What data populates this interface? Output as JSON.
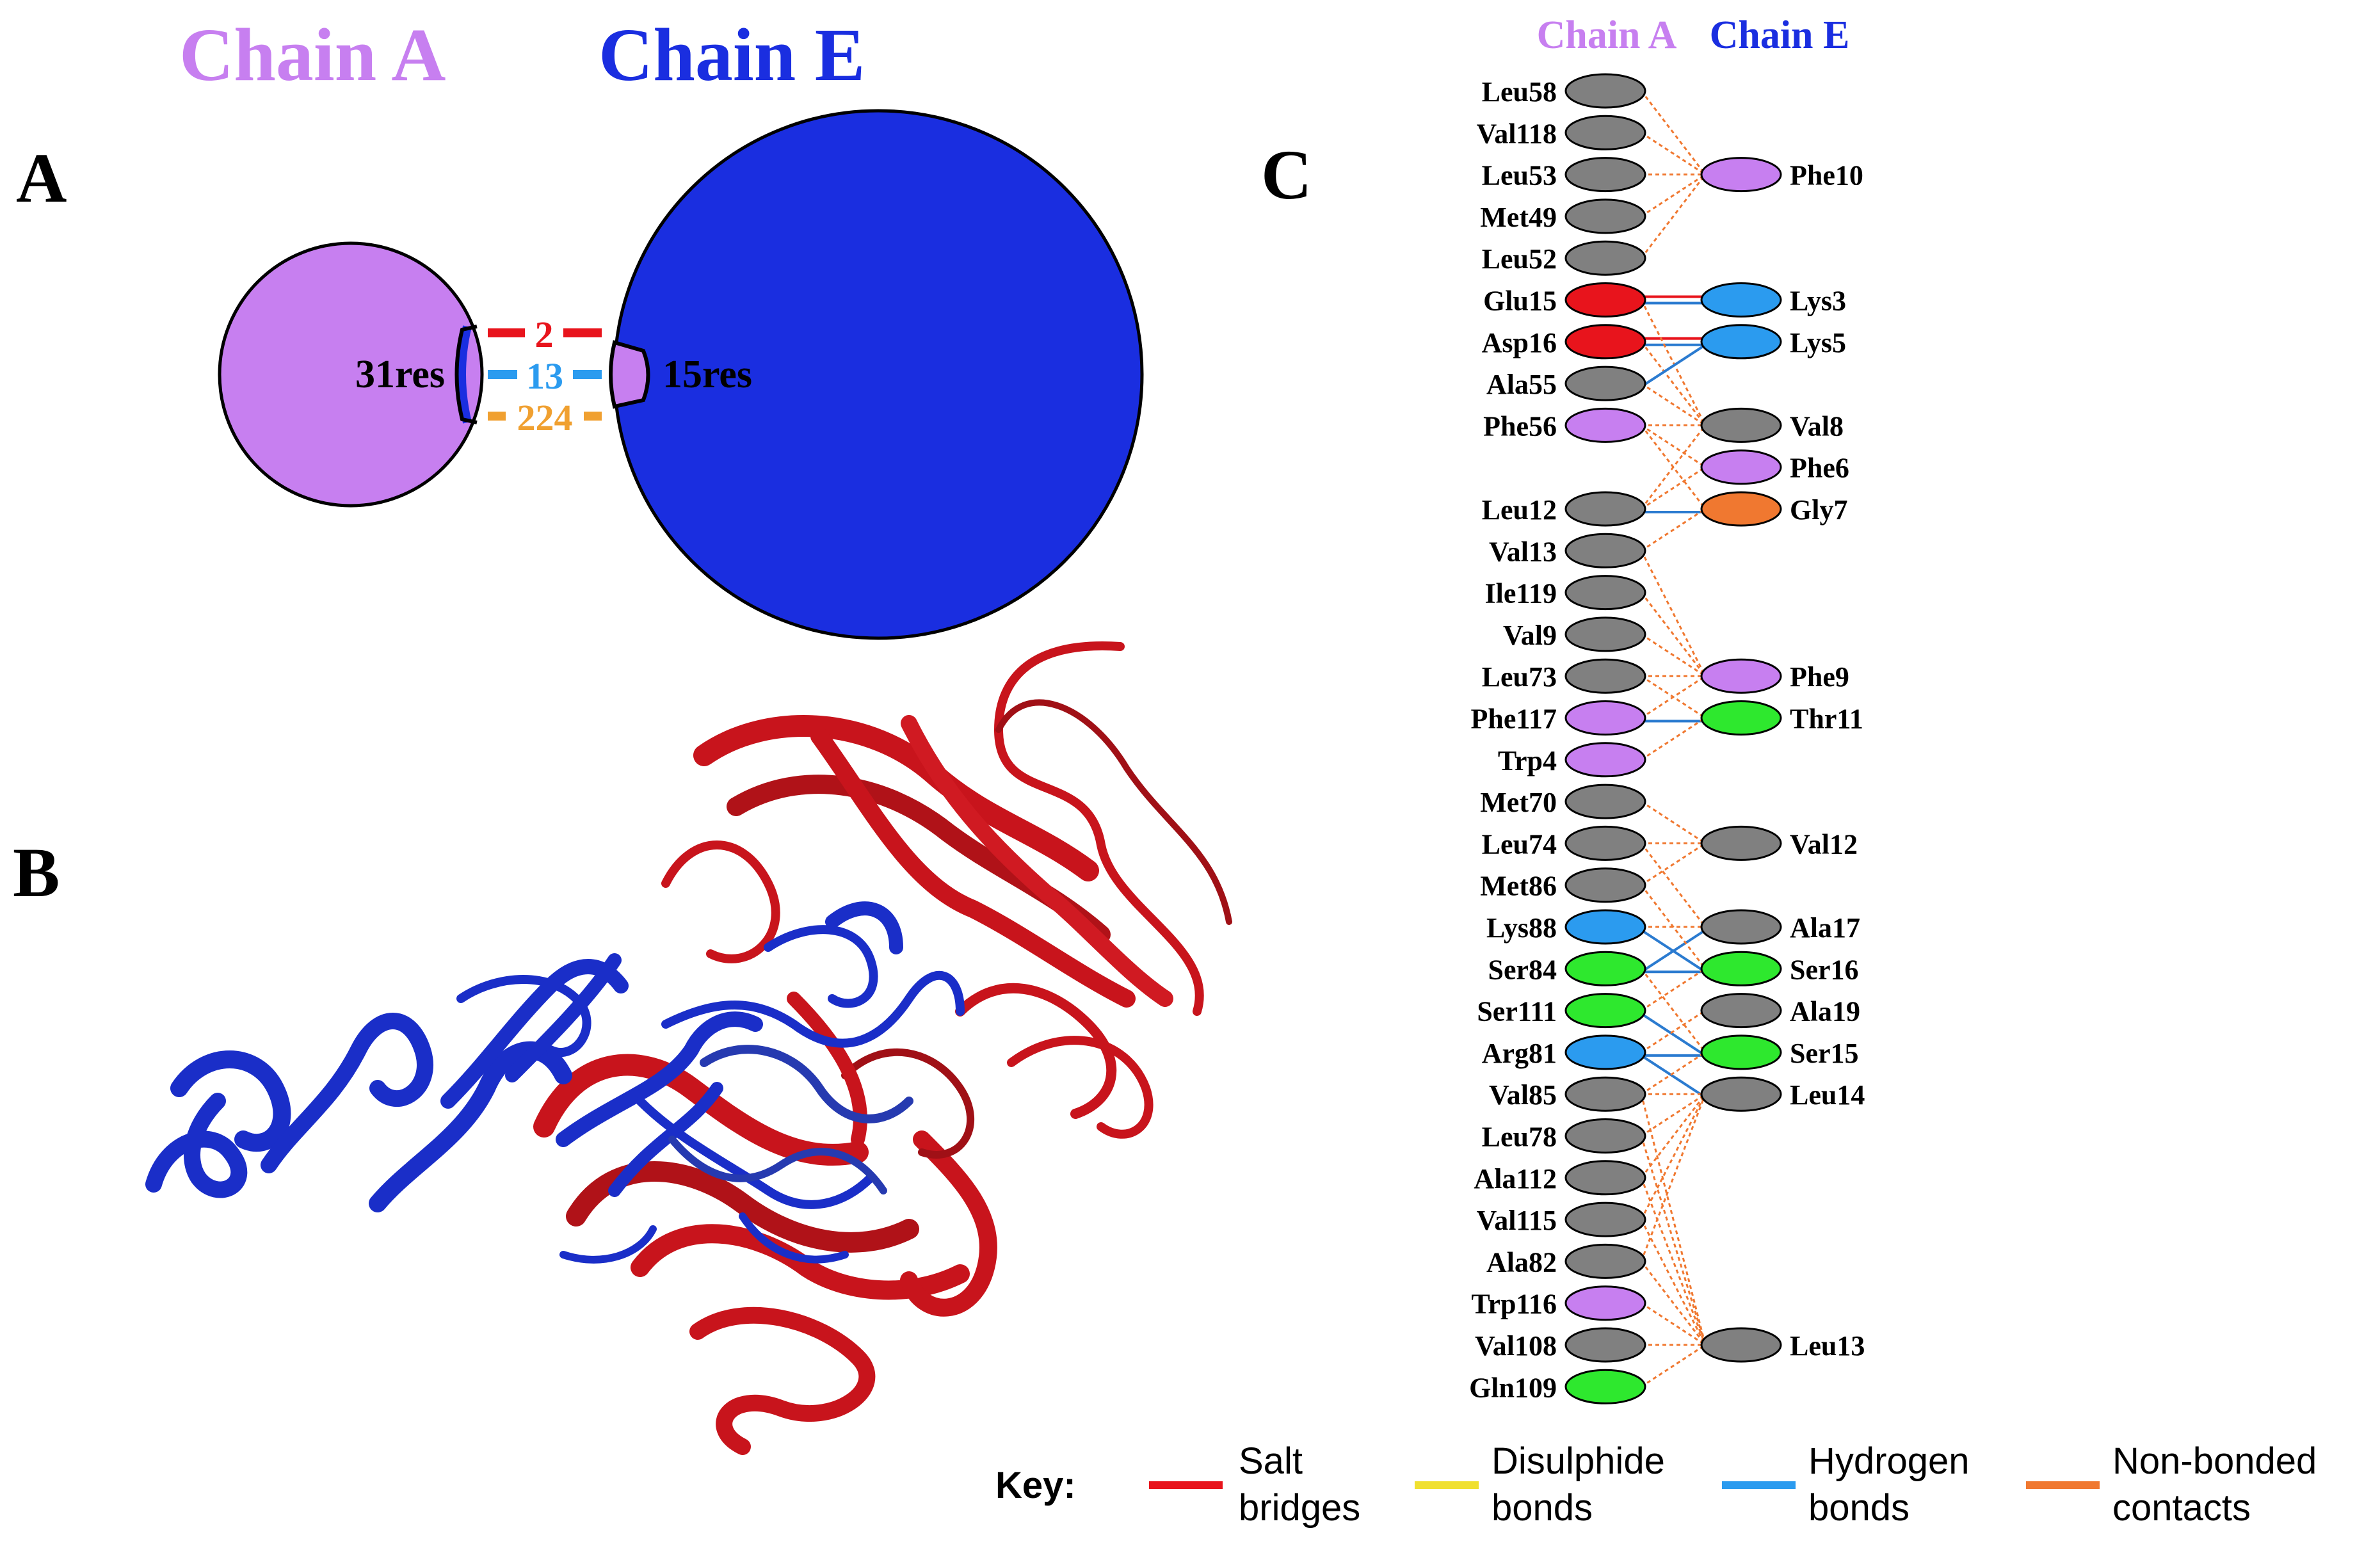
{
  "panel_a": {
    "letter": "A",
    "chain_a_title": "Chain A",
    "chain_e_title": "Chain E",
    "chain_a_res": "31res",
    "chain_e_res": "15res",
    "salt_bridges": "2",
    "hydrogen_bonds": "13",
    "non_bonded": "224"
  },
  "panel_b": {
    "letter": "B"
  },
  "panel_c": {
    "letter": "C",
    "chain_a_title": "Chain A",
    "chain_e_title": "Chain E",
    "chain_a_residues": [
      {
        "name": "Leu58",
        "color": "#808080"
      },
      {
        "name": "Val118",
        "color": "#808080"
      },
      {
        "name": "Leu53",
        "color": "#808080"
      },
      {
        "name": "Met49",
        "color": "#808080"
      },
      {
        "name": "Leu52",
        "color": "#808080"
      },
      {
        "name": "Glu15",
        "color": "#e8141c"
      },
      {
        "name": "Asp16",
        "color": "#e8141c"
      },
      {
        "name": "Ala55",
        "color": "#808080"
      },
      {
        "name": "Phe56",
        "color": "#c77ff0"
      },
      {
        "name": "",
        "color": ""
      },
      {
        "name": "Leu12",
        "color": "#808080"
      },
      {
        "name": "Val13",
        "color": "#808080"
      },
      {
        "name": "Ile119",
        "color": "#808080"
      },
      {
        "name": "Val9",
        "color": "#808080"
      },
      {
        "name": "Leu73",
        "color": "#808080"
      },
      {
        "name": "Phe117",
        "color": "#c77ff0"
      },
      {
        "name": "Trp4",
        "color": "#c77ff0"
      },
      {
        "name": "Met70",
        "color": "#808080"
      },
      {
        "name": "Leu74",
        "color": "#808080"
      },
      {
        "name": "Met86",
        "color": "#808080"
      },
      {
        "name": "Lys88",
        "color": "#2b9bef"
      },
      {
        "name": "Ser84",
        "color": "#2ee82e"
      },
      {
        "name": "Ser111",
        "color": "#2ee82e"
      },
      {
        "name": "Arg81",
        "color": "#2b9bef"
      },
      {
        "name": "Val85",
        "color": "#808080"
      },
      {
        "name": "Leu78",
        "color": "#808080"
      },
      {
        "name": "Ala112",
        "color": "#808080"
      },
      {
        "name": "Val115",
        "color": "#808080"
      },
      {
        "name": "Ala82",
        "color": "#808080"
      },
      {
        "name": "Trp116",
        "color": "#c77ff0"
      },
      {
        "name": "Val108",
        "color": "#808080"
      },
      {
        "name": "Gln109",
        "color": "#2ee82e"
      }
    ],
    "chain_e_residues": [
      {
        "name": "Phe10",
        "row": 2,
        "color": "#c77ff0"
      },
      {
        "name": "Lys3",
        "row": 5,
        "color": "#2b9bef"
      },
      {
        "name": "Lys5",
        "row": 6,
        "color": "#2b9bef"
      },
      {
        "name": "Val8",
        "row": 8,
        "color": "#808080"
      },
      {
        "name": "Phe6",
        "row": 9,
        "color": "#c77ff0"
      },
      {
        "name": "Gly7",
        "row": 10,
        "color": "#f07830"
      },
      {
        "name": "Phe9",
        "row": 14,
        "color": "#c77ff0"
      },
      {
        "name": "Thr11",
        "row": 15,
        "color": "#2ee82e"
      },
      {
        "name": "Val12",
        "row": 18,
        "color": "#808080"
      },
      {
        "name": "Ala17",
        "row": 20,
        "color": "#808080"
      },
      {
        "name": "Ser16",
        "row": 21,
        "color": "#2ee82e"
      },
      {
        "name": "Ala19",
        "row": 22,
        "color": "#808080"
      },
      {
        "name": "Ser15",
        "row": 23,
        "color": "#2ee82e"
      },
      {
        "name": "Leu14",
        "row": 24,
        "color": "#808080"
      },
      {
        "name": "Leu13",
        "row": 30,
        "color": "#808080"
      }
    ],
    "contacts": [
      {
        "a": 0,
        "e": 2,
        "type": "nb"
      },
      {
        "a": 1,
        "e": 2,
        "type": "nb"
      },
      {
        "a": 2,
        "e": 2,
        "type": "nb"
      },
      {
        "a": 3,
        "e": 2,
        "type": "nb"
      },
      {
        "a": 4,
        "e": 2,
        "type": "nb"
      },
      {
        "a": 5,
        "e": 5,
        "type": "salt"
      },
      {
        "a": 5,
        "e": 5,
        "type": "hb"
      },
      {
        "a": 6,
        "e": 6,
        "type": "salt"
      },
      {
        "a": 6,
        "e": 6,
        "type": "hb"
      },
      {
        "a": 5,
        "e": 8,
        "type": "nb"
      },
      {
        "a": 6,
        "e": 8,
        "type": "nb"
      },
      {
        "a": 7,
        "e": 6,
        "type": "hb"
      },
      {
        "a": 7,
        "e": 8,
        "type": "nb"
      },
      {
        "a": 8,
        "e": 8,
        "type": "nb"
      },
      {
        "a": 8,
        "e": 9,
        "type": "nb"
      },
      {
        "a": 8,
        "e": 10,
        "type": "nb"
      },
      {
        "a": 10,
        "e": 10,
        "type": "hb"
      },
      {
        "a": 10,
        "e": 9,
        "type": "nb"
      },
      {
        "a": 10,
        "e": 8,
        "type": "nb"
      },
      {
        "a": 11,
        "e": 10,
        "type": "nb"
      },
      {
        "a": 12,
        "e": 14,
        "type": "nb"
      },
      {
        "a": 13,
        "e": 14,
        "type": "nb"
      },
      {
        "a": 14,
        "e": 14,
        "type": "nb"
      },
      {
        "a": 14,
        "e": 15,
        "type": "nb"
      },
      {
        "a": 15,
        "e": 15,
        "type": "hb"
      },
      {
        "a": 15,
        "e": 14,
        "type": "nb"
      },
      {
        "a": 16,
        "e": 15,
        "type": "nb"
      },
      {
        "a": 11,
        "e": 14,
        "type": "nb"
      },
      {
        "a": 17,
        "e": 18,
        "type": "nb"
      },
      {
        "a": 18,
        "e": 18,
        "type": "nb"
      },
      {
        "a": 19,
        "e": 18,
        "type": "nb"
      },
      {
        "a": 20,
        "e": 20,
        "type": "nb"
      },
      {
        "a": 20,
        "e": 21,
        "type": "hb"
      },
      {
        "a": 21,
        "e": 20,
        "type": "hb"
      },
      {
        "a": 21,
        "e": 21,
        "type": "hb"
      },
      {
        "a": 21,
        "e": 23,
        "type": "nb"
      },
      {
        "a": 22,
        "e": 21,
        "type": "nb"
      },
      {
        "a": 22,
        "e": 23,
        "type": "hb"
      },
      {
        "a": 23,
        "e": 23,
        "type": "hb"
      },
      {
        "a": 23,
        "e": 24,
        "type": "hb"
      },
      {
        "a": 23,
        "e": 22,
        "type": "nb"
      },
      {
        "a": 24,
        "e": 24,
        "type": "nb"
      },
      {
        "a": 24,
        "e": 23,
        "type": "nb"
      },
      {
        "a": 25,
        "e": 24,
        "type": "nb"
      },
      {
        "a": 26,
        "e": 24,
        "type": "nb"
      },
      {
        "a": 27,
        "e": 24,
        "type": "nb"
      },
      {
        "a": 28,
        "e": 24,
        "type": "nb"
      },
      {
        "a": 25,
        "e": 30,
        "type": "nb"
      },
      {
        "a": 26,
        "e": 30,
        "type": "nb"
      },
      {
        "a": 27,
        "e": 30,
        "type": "nb"
      },
      {
        "a": 28,
        "e": 30,
        "type": "nb"
      },
      {
        "a": 29,
        "e": 30,
        "type": "nb"
      },
      {
        "a": 30,
        "e": 30,
        "type": "nb"
      },
      {
        "a": 31,
        "e": 30,
        "type": "nb"
      },
      {
        "a": 24,
        "e": 30,
        "type": "nb"
      },
      {
        "a": 19,
        "e": 21,
        "type": "nb"
      },
      {
        "a": 18,
        "e": 20,
        "type": "nb"
      }
    ]
  },
  "key": {
    "title": "Key:",
    "items": [
      {
        "line1": "Salt",
        "line2": "bridges",
        "color": "#e8141c"
      },
      {
        "line1": "Disulphide",
        "line2": "bonds",
        "color": "#f0e030"
      },
      {
        "line1": "Hydrogen",
        "line2": "bonds",
        "color": "#2b9bef"
      },
      {
        "line1": "Non-bonded",
        "line2": "contacts",
        "color": "#f07830"
      }
    ]
  },
  "colors": {
    "chain_a": "#c77ff0",
    "chain_e": "#1a2ee0",
    "protein_a": "#c8141c",
    "protein_e": "#1a2ec8"
  }
}
